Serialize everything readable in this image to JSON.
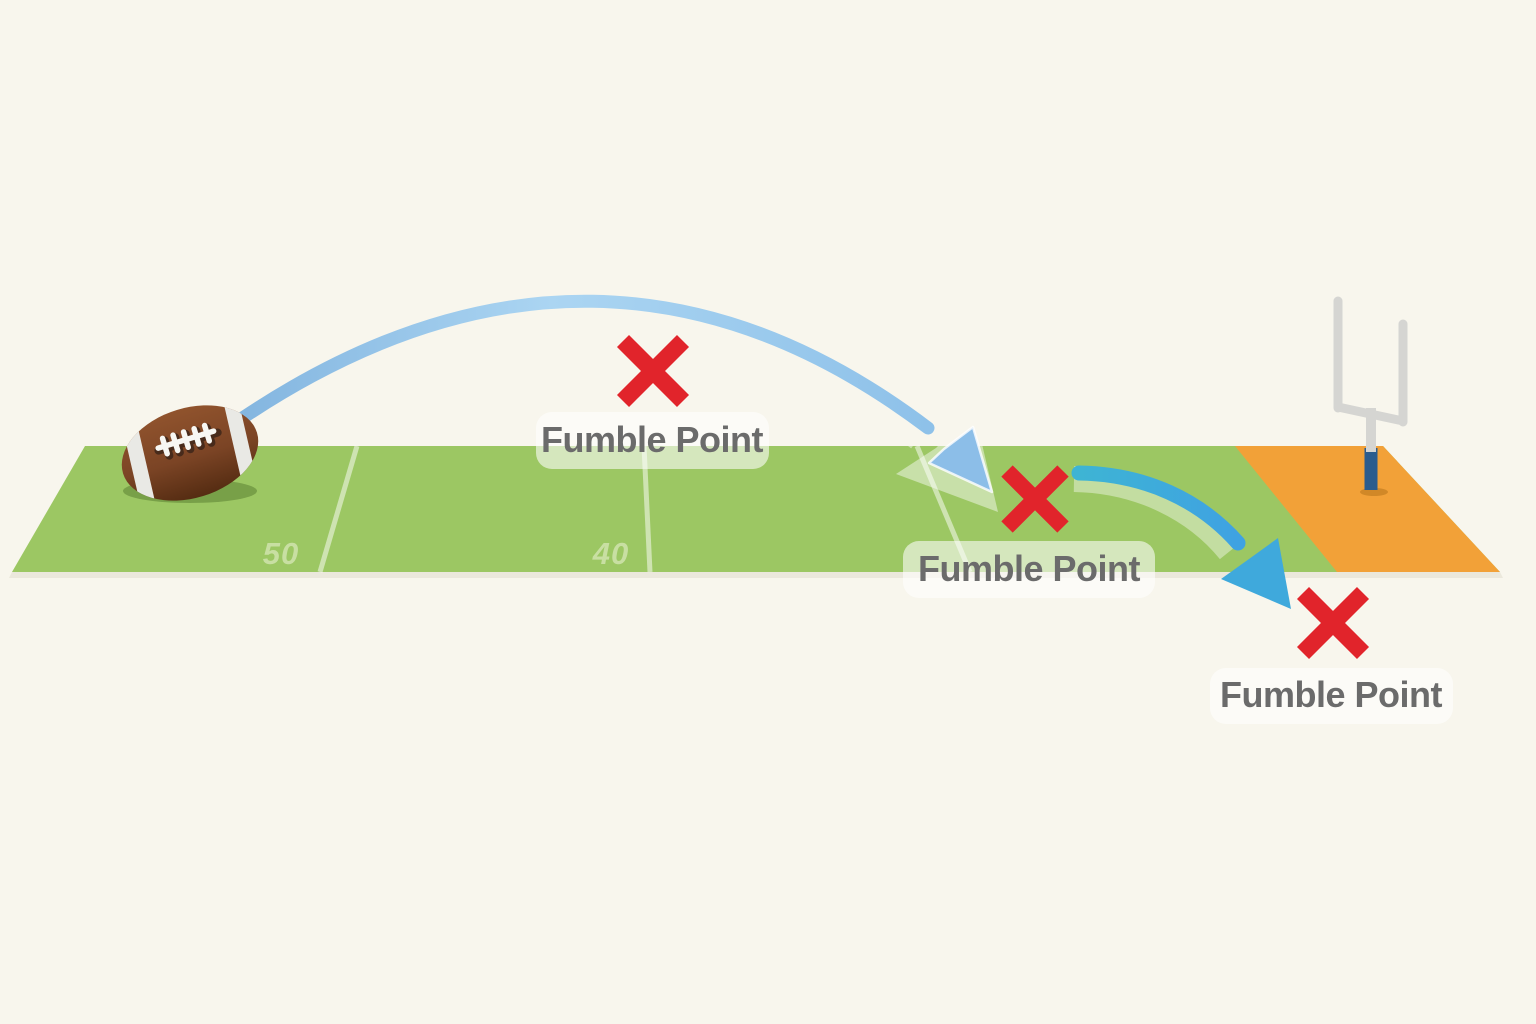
{
  "field": {
    "yard_markers": [
      {
        "label": "50"
      },
      {
        "label": "40"
      }
    ]
  },
  "fumble_points": [
    {
      "label": "Fumble Point"
    },
    {
      "label": "Fumble Point"
    },
    {
      "label": "Fumble Point"
    }
  ],
  "icons": {
    "football": "football-icon",
    "goalpost": "goalpost-icon",
    "x_marker": "x-marker-icon",
    "pass_arc_arrow": "arc-arrow-icon",
    "bounce_arrow": "bounce-arrow-icon"
  },
  "colors": {
    "background_cream": "#f8f6ed",
    "field_green": "#9cc763",
    "endzone_orange": "#f2a138",
    "yard_line_white": "rgba(255,255,255,0.5)",
    "yard_number_green": "#c8dfa2",
    "marker_red": "#e1242b",
    "label_text_gray": "#6b6b6b",
    "label_bg": "rgba(255,255,255,0.58)",
    "arc_blue_light": "#a9d3f0",
    "arc_blue_mid": "#84b6e0",
    "bounce_blue": "#3fa9dc",
    "goalpost_gray": "#d5d5d2",
    "goalpost_base_navy": "#2b5c8d",
    "football_brown": "#7b4425",
    "football_dark": "#5a2f14",
    "football_stripe": "#e9e9e5"
  }
}
